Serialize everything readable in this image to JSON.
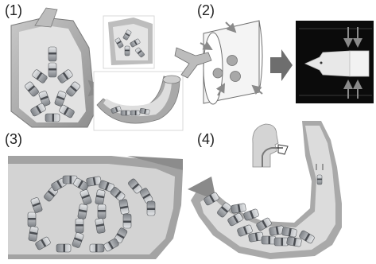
{
  "figure": {
    "panels": [
      {
        "label": "(1)"
      },
      {
        "label": "(2)"
      },
      {
        "label": "(3)"
      },
      {
        "label": "(4)"
      }
    ]
  },
  "colors": {
    "stomach_wall": "#9c9c9c",
    "stomach_inner": "#d9d9d9",
    "module_body": "#b5b8bc",
    "module_dark": "#4a4d52",
    "photo_bg": "#0b0b0b",
    "arrow_gray": "#7a7a7a"
  }
}
